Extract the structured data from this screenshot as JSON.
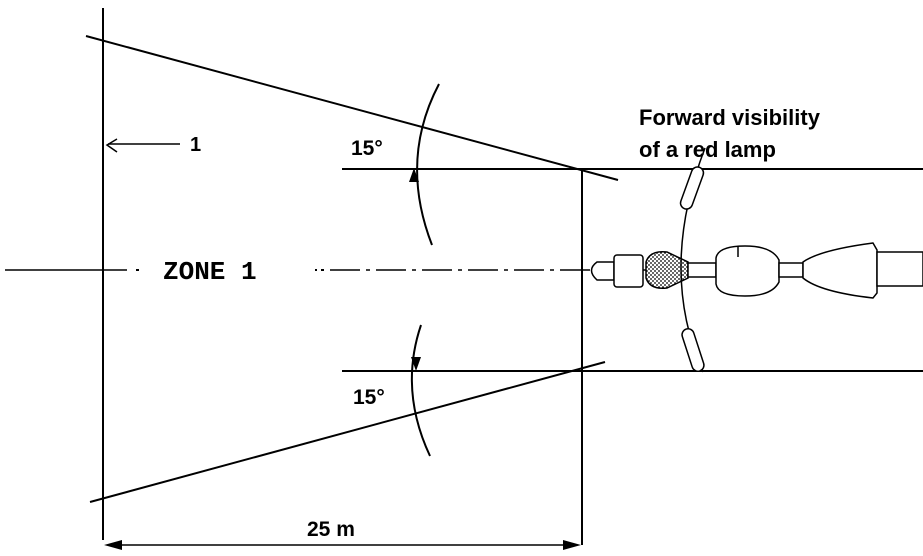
{
  "labels": {
    "reference_number": "1",
    "zone": "ZONE 1",
    "upper_angle": "15°",
    "lower_angle": "15°",
    "title_line1": "Forward visibility",
    "title_line2": "of a red lamp",
    "distance": "25 m"
  },
  "colors": {
    "ink": "#000000",
    "lamp_fill": "#7a7a7a",
    "background": "#ffffff"
  }
}
